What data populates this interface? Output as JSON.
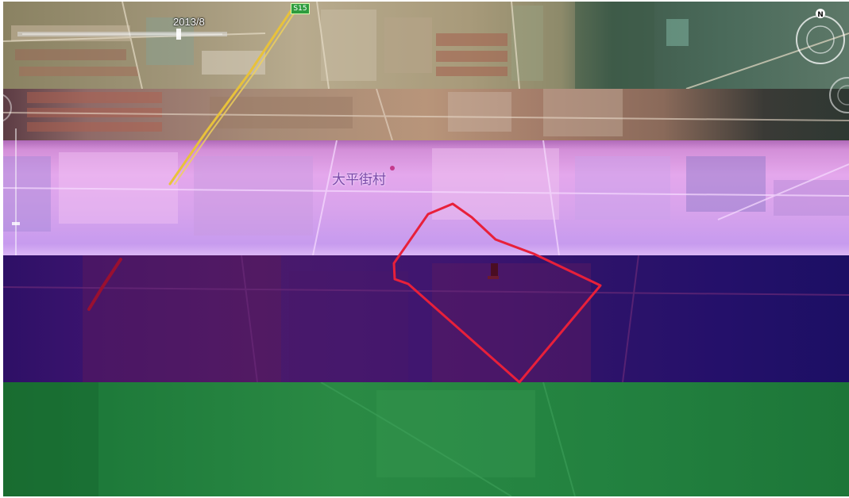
{
  "map": {
    "date_label": "2013/8",
    "road_shield": "S15",
    "place_name": "大平街村",
    "compass_letter": "N"
  },
  "colors": {
    "route": "#e8203a",
    "highway": "#e8c23a",
    "band_pink": "#e6a6f0",
    "band_purple": "#3a1470",
    "band_green": "#1e7a3a"
  }
}
